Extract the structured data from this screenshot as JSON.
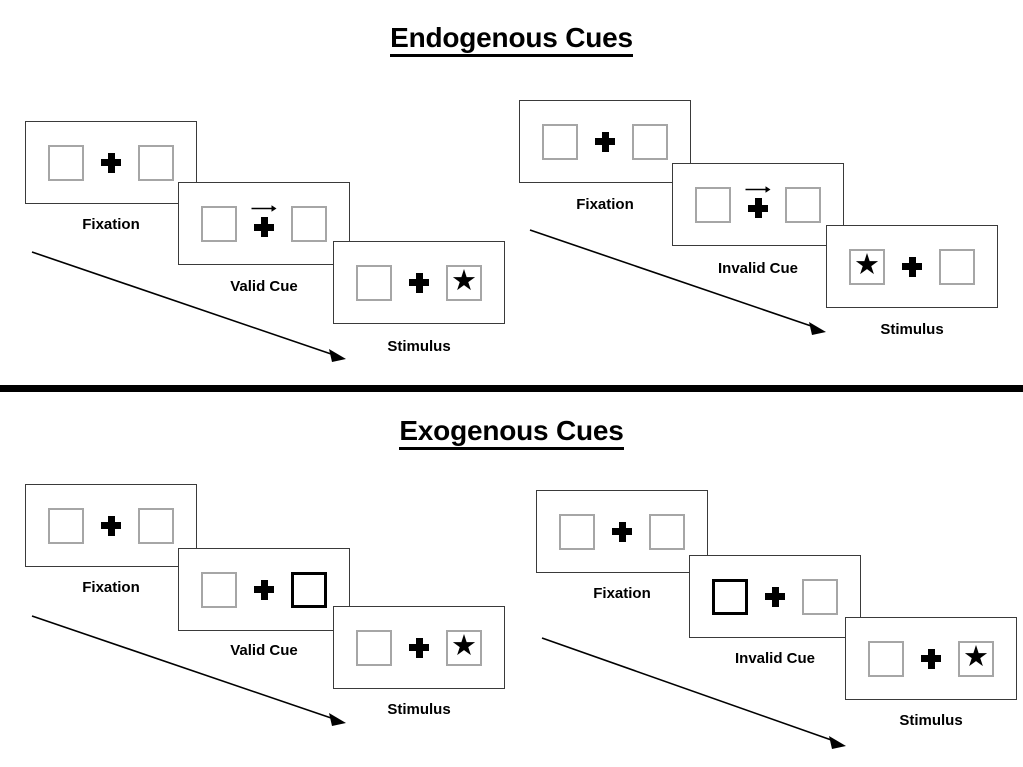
{
  "figure": {
    "background": "#ffffff",
    "accent": "#000000",
    "placeholder_border_color": "#a6a6a6",
    "cued_border_color": "#000000"
  },
  "sections": [
    {
      "id": "endogenous",
      "title": "Endogenous Cues",
      "cue_type": "arrow",
      "columns": [
        {
          "id": "endogenous-valid",
          "frames": [
            {
              "label": "Fixation",
              "cue": "none",
              "cue_side": "none",
              "target": "none",
              "target_side": "none"
            },
            {
              "label": "Valid Cue",
              "cue": "arrow",
              "cue_side": "right",
              "target": "none",
              "target_side": "none"
            },
            {
              "label": "Stimulus",
              "cue": "none",
              "cue_side": "none",
              "target": "star",
              "target_side": "right"
            }
          ]
        },
        {
          "id": "endogenous-invalid",
          "frames": [
            {
              "label": "Fixation",
              "cue": "none",
              "cue_side": "none",
              "target": "none",
              "target_side": "none"
            },
            {
              "label": "Invalid Cue",
              "cue": "arrow",
              "cue_side": "right",
              "target": "none",
              "target_side": "none"
            },
            {
              "label": "Stimulus",
              "cue": "none",
              "cue_side": "none",
              "target": "star",
              "target_side": "left"
            }
          ]
        }
      ]
    },
    {
      "id": "exogenous",
      "title": "Exogenous Cues",
      "cue_type": "box-flash",
      "columns": [
        {
          "id": "exogenous-valid",
          "frames": [
            {
              "label": "Fixation",
              "cue": "none",
              "cue_side": "none",
              "target": "none",
              "target_side": "none"
            },
            {
              "label": "Valid Cue",
              "cue": "box",
              "cue_side": "right",
              "target": "none",
              "target_side": "none"
            },
            {
              "label": "Stimulus",
              "cue": "none",
              "cue_side": "none",
              "target": "star",
              "target_side": "right"
            }
          ]
        },
        {
          "id": "exogenous-invalid",
          "frames": [
            {
              "label": "Fixation",
              "cue": "none",
              "cue_side": "none",
              "target": "none",
              "target_side": "none"
            },
            {
              "label": "Invalid Cue",
              "cue": "box",
              "cue_side": "left",
              "target": "none",
              "target_side": "none"
            },
            {
              "label": "Stimulus",
              "cue": "none",
              "cue_side": "none",
              "target": "star",
              "target_side": "right"
            }
          ]
        }
      ]
    }
  ],
  "glyphs": {
    "star": "★",
    "fixation_cross": "plus-cross",
    "cue_arrow": "short-right-arrow",
    "flow_arrow": "long-diagonal-arrow"
  },
  "labels": {
    "fixation": "Fixation",
    "valid_cue": "Valid Cue",
    "invalid_cue": "Invalid Cue",
    "stimulus": "Stimulus"
  }
}
